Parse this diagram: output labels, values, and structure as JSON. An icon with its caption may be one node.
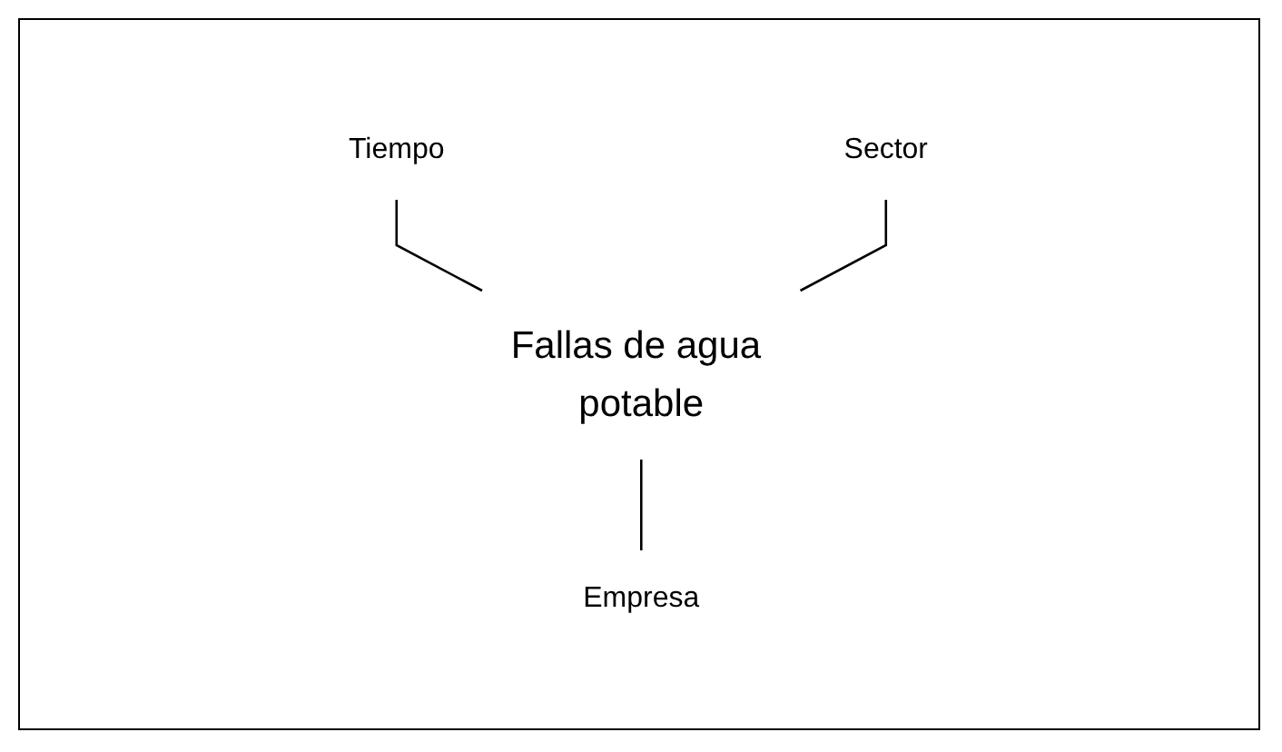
{
  "diagram": {
    "nodes": [
      {
        "text": [
          "Tiempo"
        ]
      },
      {
        "text": [
          "Sector"
        ]
      },
      {
        "text": [
          "Fallas de agua potable"
        ]
      },
      {
        "text": [
          "Empresa"
        ]
      }
    ],
    "edges": [
      {
        "from": 0,
        "to": 2,
        "arrow": "none"
      },
      {
        "from": 1,
        "to": 2,
        "arrow": "none"
      },
      {
        "from": 2,
        "to": 3,
        "arrow": "none"
      }
    ]
  }
}
